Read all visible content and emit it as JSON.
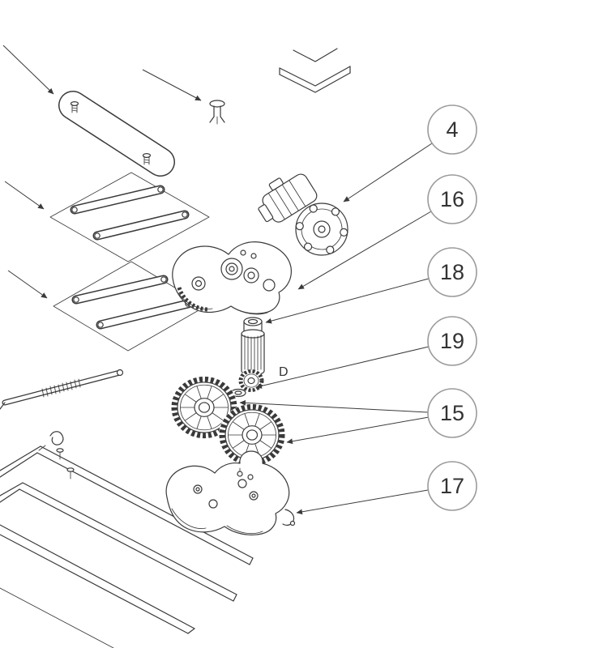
{
  "balloons": [
    {
      "label": "4"
    },
    {
      "label": "16"
    },
    {
      "label": "18"
    },
    {
      "label": "19"
    },
    {
      "label": "15"
    },
    {
      "label": "17"
    }
  ],
  "labels": {
    "detail": "D"
  },
  "colors": {
    "line": "#3a3a3a",
    "balloon_border": "#9b9b9b",
    "text": "#333333",
    "background": "#ffffff"
  }
}
